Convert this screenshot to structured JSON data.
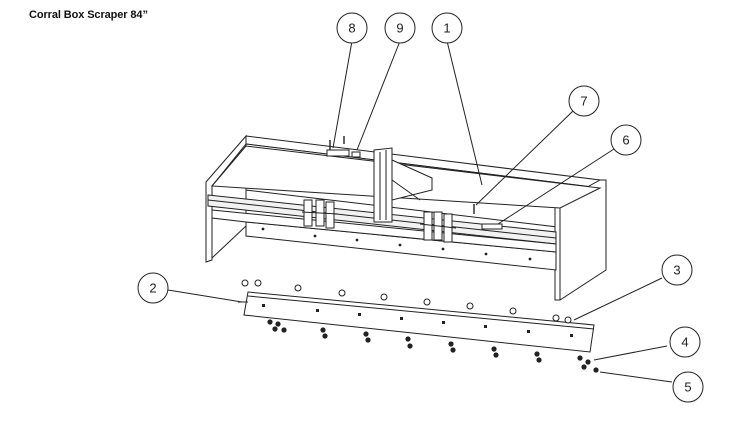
{
  "title": "Corral Box Scraper 84”",
  "callouts": [
    {
      "id": "callout-1",
      "label": "1"
    },
    {
      "id": "callout-2",
      "label": "2"
    },
    {
      "id": "callout-3",
      "label": "3"
    },
    {
      "id": "callout-4",
      "label": "4"
    },
    {
      "id": "callout-5",
      "label": "5"
    },
    {
      "id": "callout-6",
      "label": "6"
    },
    {
      "id": "callout-7",
      "label": "7"
    },
    {
      "id": "callout-8",
      "label": "8"
    },
    {
      "id": "callout-9",
      "label": "9"
    }
  ],
  "colors": {
    "line": "#222222",
    "background": "#ffffff",
    "fill": "#f2f2f2"
  }
}
